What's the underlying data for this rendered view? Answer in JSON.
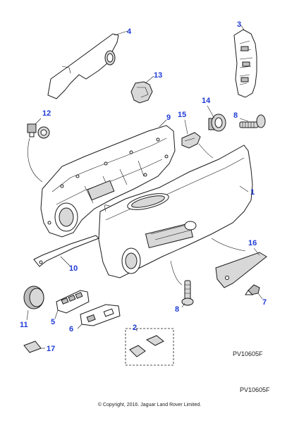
{
  "callouts": [
    {
      "id": "c1",
      "label": "1"
    },
    {
      "id": "c2",
      "label": "2"
    },
    {
      "id": "c3",
      "label": "3"
    },
    {
      "id": "c4",
      "label": "4"
    },
    {
      "id": "c5",
      "label": "5"
    },
    {
      "id": "c6",
      "label": "6"
    },
    {
      "id": "c7",
      "label": "7"
    },
    {
      "id": "c8a",
      "label": "8"
    },
    {
      "id": "c8b",
      "label": "8"
    },
    {
      "id": "c9",
      "label": "9"
    },
    {
      "id": "c10",
      "label": "10"
    },
    {
      "id": "c11",
      "label": "11"
    },
    {
      "id": "c12",
      "label": "12"
    },
    {
      "id": "c13",
      "label": "13"
    },
    {
      "id": "c14",
      "label": "14"
    },
    {
      "id": "c15",
      "label": "15"
    },
    {
      "id": "c16",
      "label": "16"
    },
    {
      "id": "c17",
      "label": "17"
    }
  ],
  "reference_inner": "PV10605F",
  "reference_outer": "PV10605F",
  "copyright": "© Copyright, 2016. Jaguar Land Rover Limited.",
  "colors": {
    "callout": "#1f3cd6",
    "line": "#1a1a1a"
  }
}
